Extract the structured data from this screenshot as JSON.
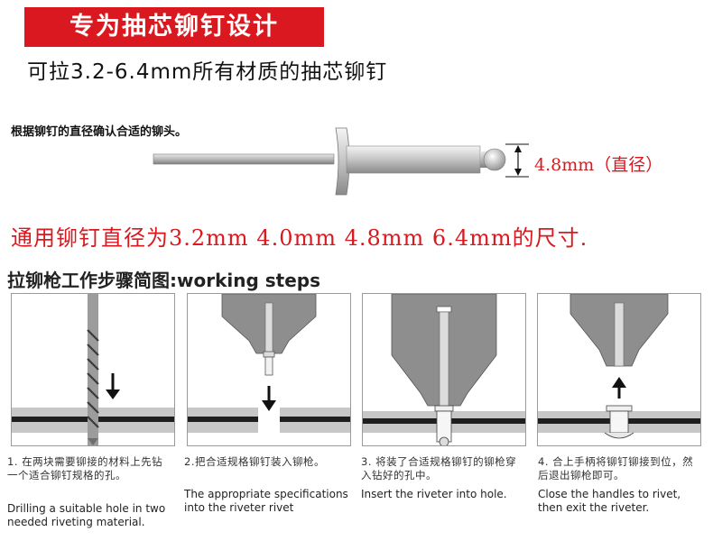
{
  "banner": {
    "title": "专为抽芯铆钉设计"
  },
  "subtitle": "可拉3.2-6.4mm所有材质的抽芯铆钉",
  "rivet_section": {
    "note": "根据铆钉的直径确认合适的铆头。",
    "dimension_label": "4.8mm（直径）"
  },
  "diameter_line": "通用铆钉直径为3.2mm  4.0mm  4.8mm  6.4mm的尺寸.",
  "steps_heading": "拉铆枪工作步骤简图:working steps",
  "steps": [
    {
      "cn": "1. 在两块需要铆接的材料上先钻一个适合铆钉规格的孔。",
      "en": "Drilling a suitable hole in two needed riveting material."
    },
    {
      "cn": "2.把合适规格铆钉装入铆枪。",
      "en": "The appropriate specifications into the riveter rivet"
    },
    {
      "cn": "3. 将装了合适规格铆钉的铆枪穿入钻好的孔中。",
      "en": "Insert the riveter into hole."
    },
    {
      "cn": "4. 合上手柄将铆钉铆接到位，然后退出铆枪即可。",
      "en": "Close the handles to rivet, then exit the riveter."
    }
  ],
  "colors": {
    "accent_red": "#d9191f",
    "plate": "#1e1e1e",
    "tool_gray": "#8e8e8e"
  }
}
